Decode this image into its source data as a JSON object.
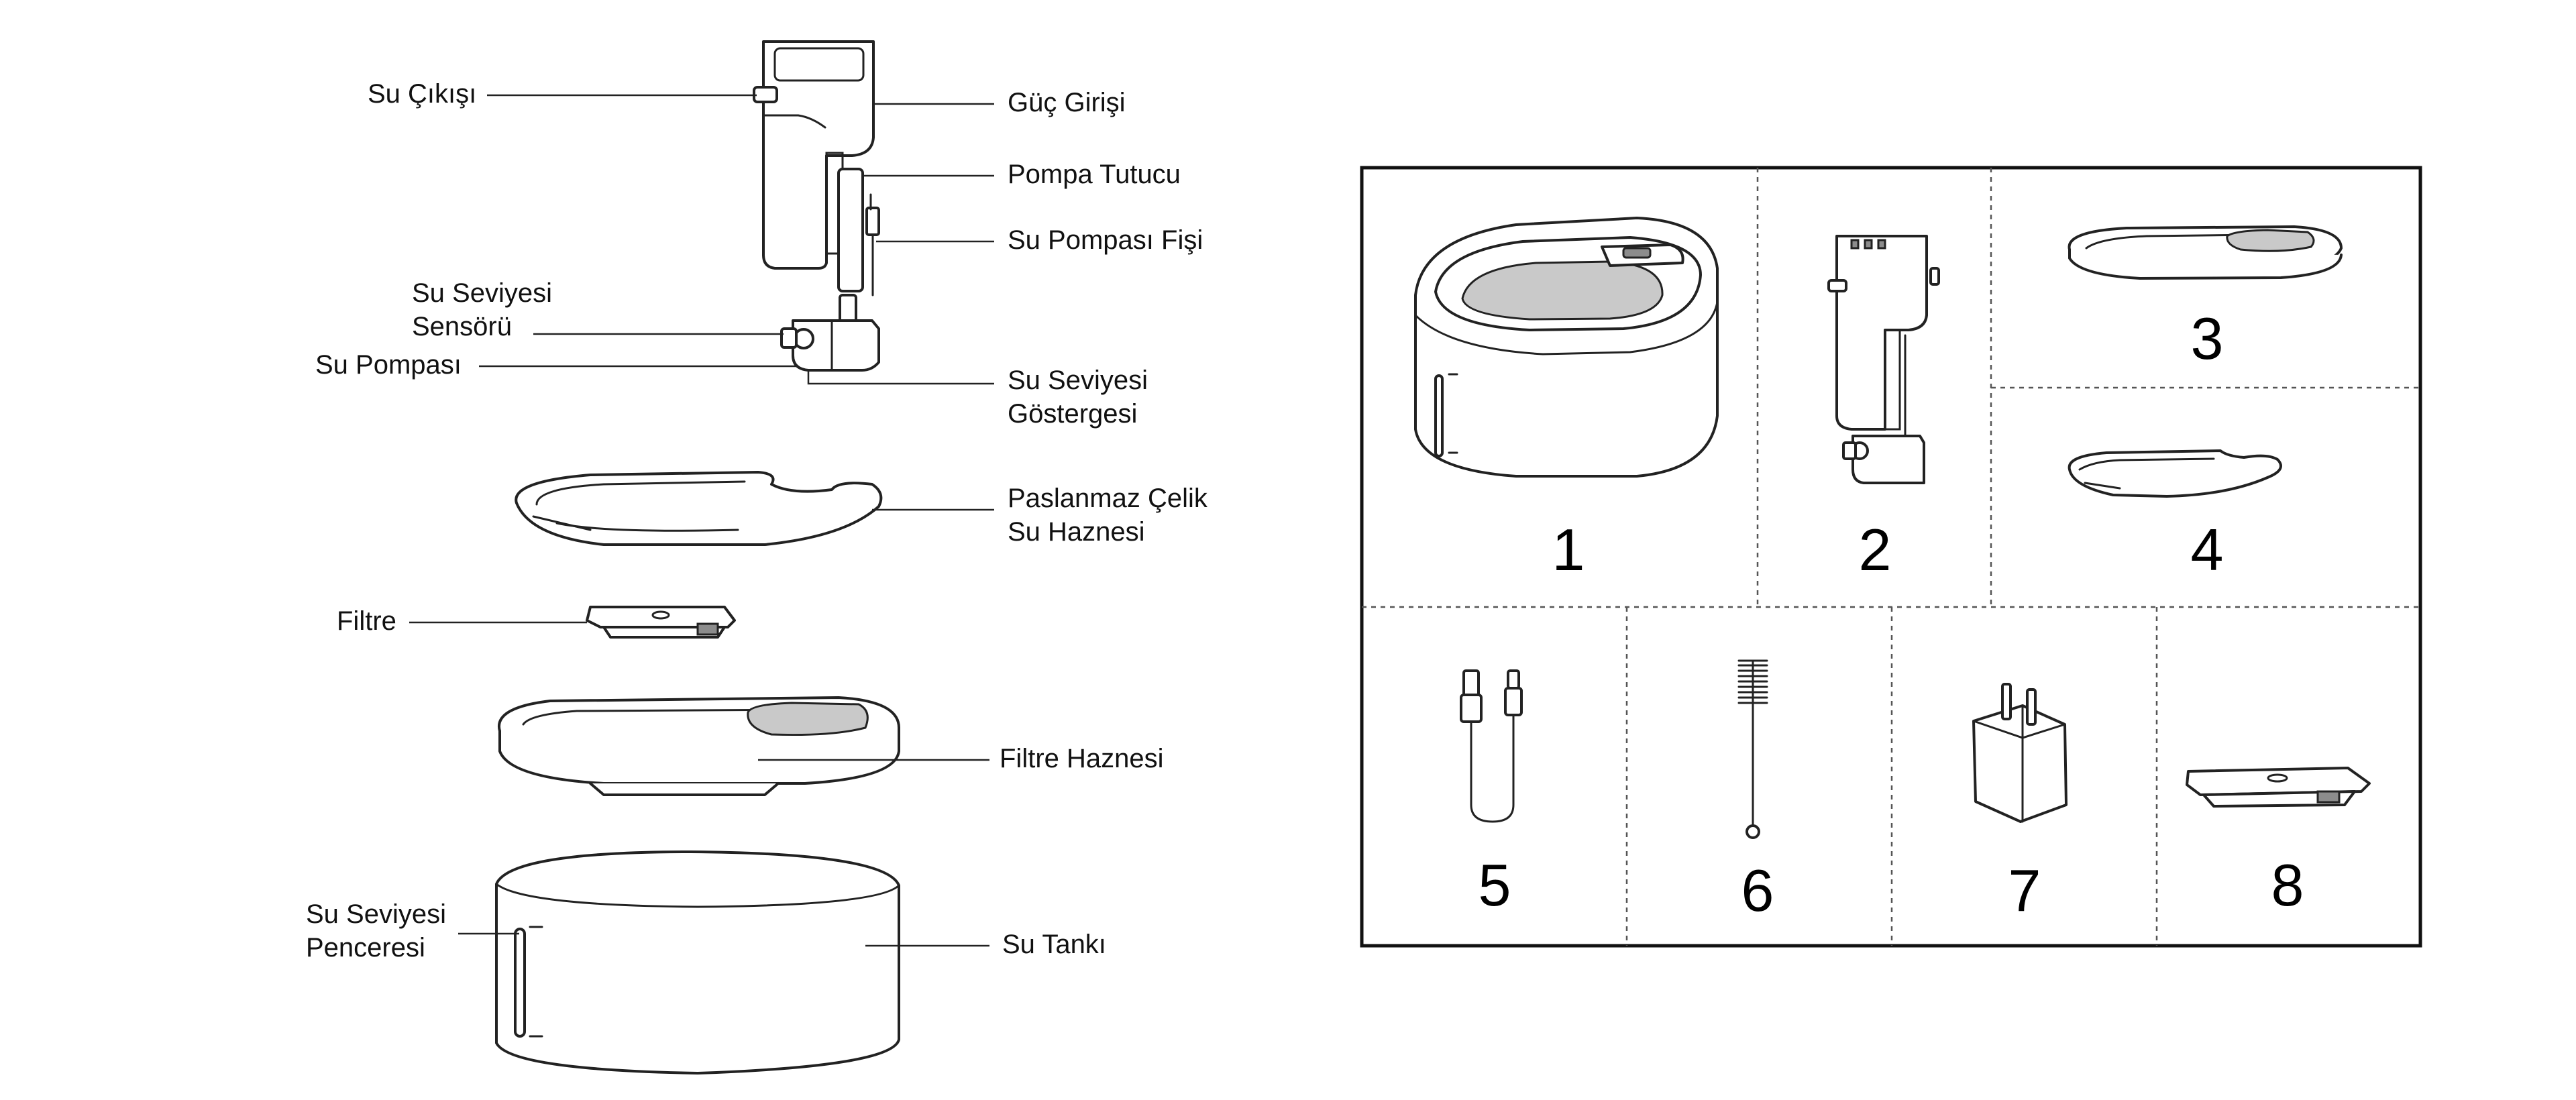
{
  "exploded_view": {
    "labels": {
      "water_outlet": "Su Çıkışı",
      "power_inlet": "Güç Girişi",
      "pump_holder": "Pompa Tutucu",
      "pump_plug": "Su Pompası Fişi",
      "level_sensor_line1": "Su Seviyesi",
      "level_sensor_line2": "Sensörü",
      "water_pump": "Su Pompası",
      "level_indicator_line1": "Su Seviyesi",
      "level_indicator_line2": "Göstergesi",
      "steel_tray_line1": "Paslanmaz Çelik",
      "steel_tray_line2": "Su Haznesi",
      "filter": "Filtre",
      "filter_housing": "Filtre Haznesi",
      "level_window_line1": "Su Seviyesi",
      "level_window_line2": "Penceresi",
      "water_tank": "Su Tankı"
    }
  },
  "package_contents": {
    "cells": [
      {
        "number": "1",
        "item": "assembled-fountain"
      },
      {
        "number": "2",
        "item": "pump-assembly"
      },
      {
        "number": "3",
        "item": "filter-housing"
      },
      {
        "number": "4",
        "item": "steel-tray"
      },
      {
        "number": "5",
        "item": "usb-cable"
      },
      {
        "number": "6",
        "item": "cleaning-brush"
      },
      {
        "number": "7",
        "item": "power-adapter"
      },
      {
        "number": "8",
        "item": "filter"
      }
    ]
  }
}
